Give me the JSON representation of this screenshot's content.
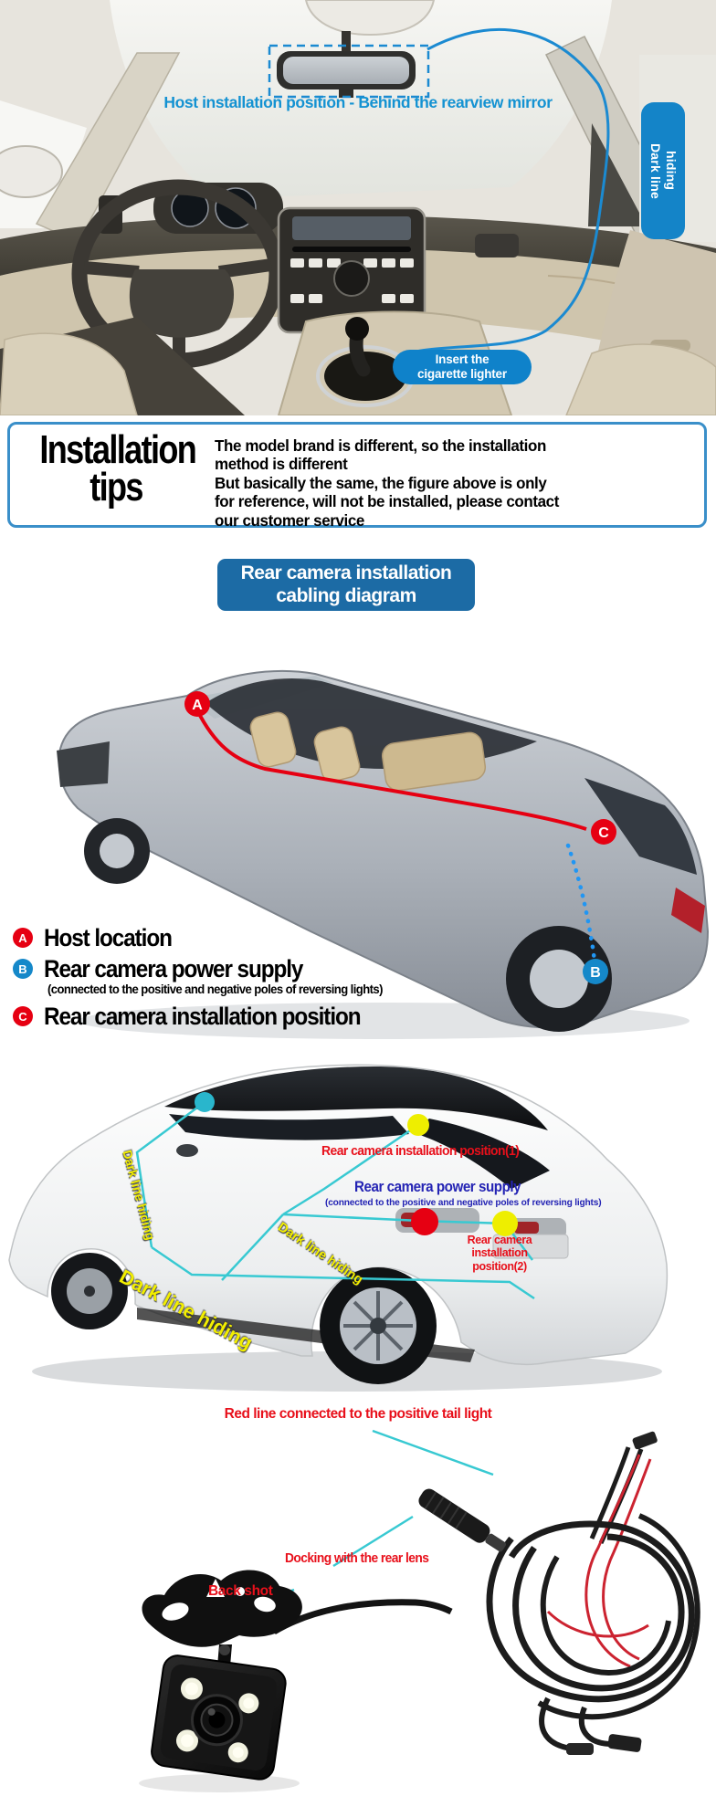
{
  "colors": {
    "annotation_blue": "#1492d2",
    "banner_blue": "#1484c8",
    "button_blue": "#1c6ba5",
    "tips_border_blue": "#3a8fc9",
    "red": "#e60012",
    "dark_blue_text": "#2424b4",
    "yellow_text": "#f2ee00",
    "cyan_line": "#38c9d2"
  },
  "top_photo": {
    "host_position_label": "Host installation position - Behind the rearview mirror",
    "dark_line_hiding_label": "Dark line\nhiding",
    "cigarette_lighter_label": "Insert the\ncigarette lighter"
  },
  "installation_tips": {
    "title": "Installation\ntips",
    "body": "The model brand is different, so the installation\nmethod is different\nBut basically the same, the figure above is only\nfor reference, will not be installed, please contact\nour customer service"
  },
  "cabling_button": {
    "label": "Rear camera installation\ncabling diagram"
  },
  "diagram1": {
    "markers": [
      {
        "letter": "A"
      },
      {
        "letter": "B"
      },
      {
        "letter": "C"
      }
    ],
    "legend": [
      {
        "letter": "A",
        "label": "Host location",
        "sub": ""
      },
      {
        "letter": "B",
        "label": "Rear camera power supply",
        "sub": "(connected to the positive and negative poles of reversing lights)"
      },
      {
        "letter": "C",
        "label": "Rear camera installation position",
        "sub": ""
      }
    ]
  },
  "diagram2": {
    "labels": {
      "position1": "Rear camera installation position(1)",
      "power_supply": "Rear camera power supply",
      "power_supply_sub": "(connected to the positive and negative poles of reversing lights)",
      "position2": "Rear camera installation\nposition(2)",
      "dark_line": [
        "Dark line hiding",
        "Dark line hiding",
        "Dark line hiding"
      ]
    }
  },
  "bottom": {
    "red_line_label": "Red line connected to the positive tail light",
    "docking_label": "Docking with the rear lens",
    "back_shot_label": "Back shot"
  }
}
